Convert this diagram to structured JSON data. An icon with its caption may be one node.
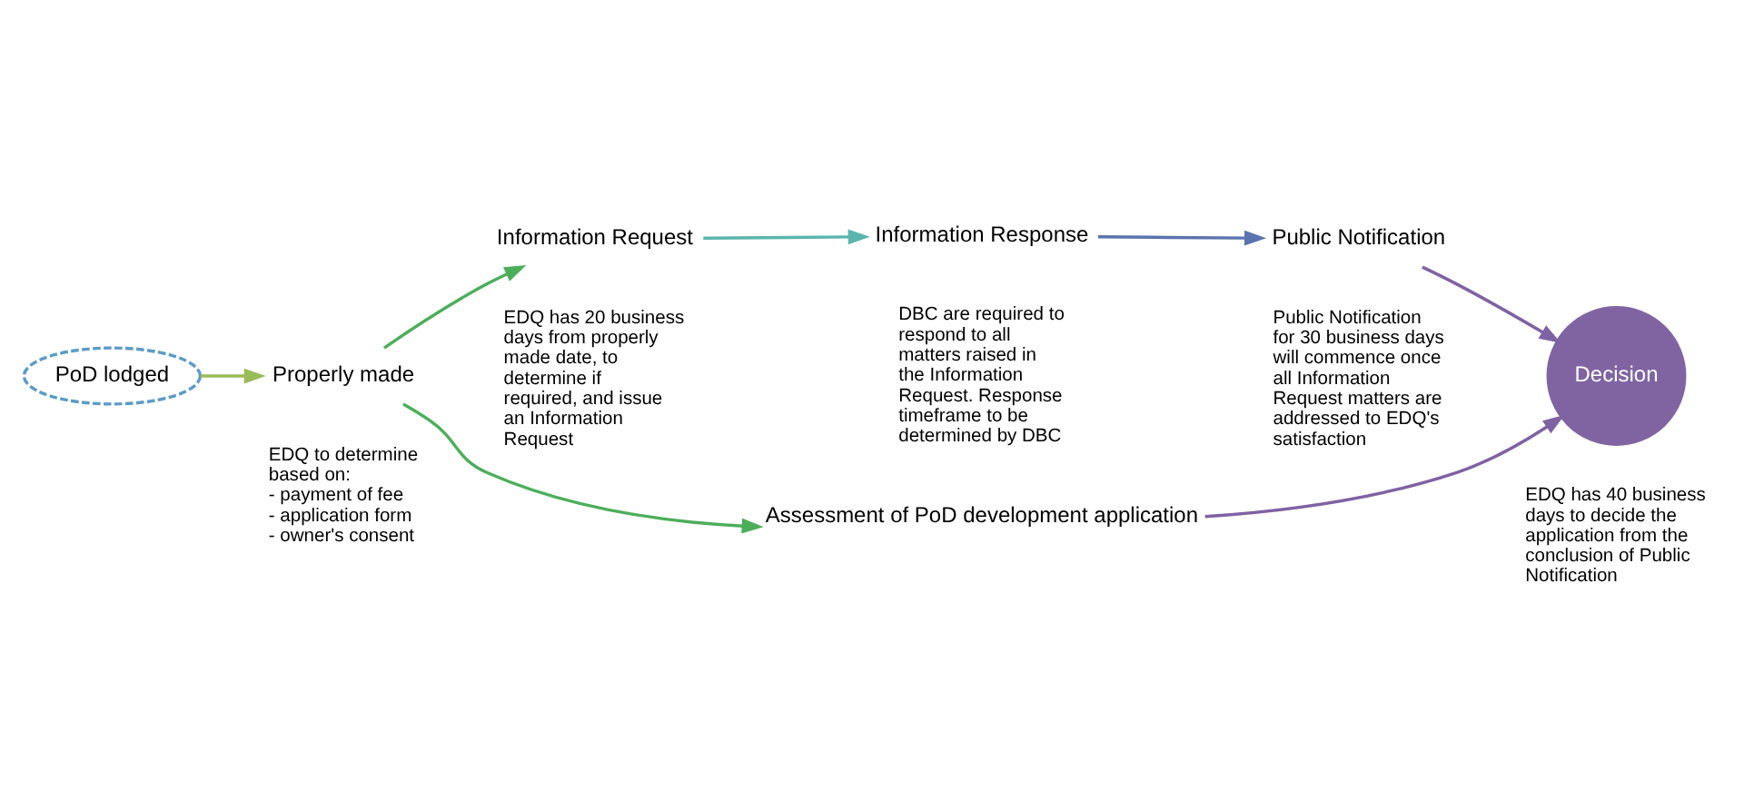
{
  "diagram": {
    "nodes": [
      {
        "text": [
          "PoD lodged"
        ]
      },
      {
        "text": [
          "Properly made"
        ],
        "beside": [
          "EDQ to determine based on:",
          "- payment of fee",
          "- application form",
          "- owner's consent"
        ]
      },
      {
        "text": [
          "Information Request"
        ],
        "beside": [
          "EDQ has 20 business days from properly made date, to determine if required, and issue an Information Request"
        ]
      },
      {
        "text": [
          "Information Response"
        ],
        "beside": [
          "DBC are required to respond to all matters raised in the Information Request. Response timeframe to be determined by DBC"
        ]
      },
      {
        "text": [
          "Public Notification"
        ],
        "beside": [
          "Public Notification for 30 business days will commence once all Information Request matters are addressed to EDQ's satisfaction"
        ]
      },
      {
        "text": [
          "Decision"
        ],
        "beside": [
          "EDQ has 40 business days to decide the application from the conclusion of Public Notification"
        ]
      },
      {
        "text": [
          "Assessment of PoD development application"
        ]
      }
    ],
    "edges": [
      {
        "from": 0,
        "to": 1,
        "arrow": "to",
        "color": "#9bbb59"
      },
      {
        "from": 1,
        "to": 2,
        "arrow": "to",
        "color": "#4cae5a"
      },
      {
        "from": 2,
        "to": 3,
        "arrow": "to",
        "color": "#5bb5ad"
      },
      {
        "from": 3,
        "to": 4,
        "arrow": "to",
        "color": "#5a74ae"
      },
      {
        "from": 4,
        "to": 5,
        "arrow": "to",
        "color": "#7f62a3"
      },
      {
        "from": 1,
        "to": 6,
        "arrow": "to",
        "color": "#4cae5a"
      },
      {
        "from": 6,
        "to": 5,
        "arrow": "to",
        "color": "#7f62a3"
      }
    ]
  }
}
